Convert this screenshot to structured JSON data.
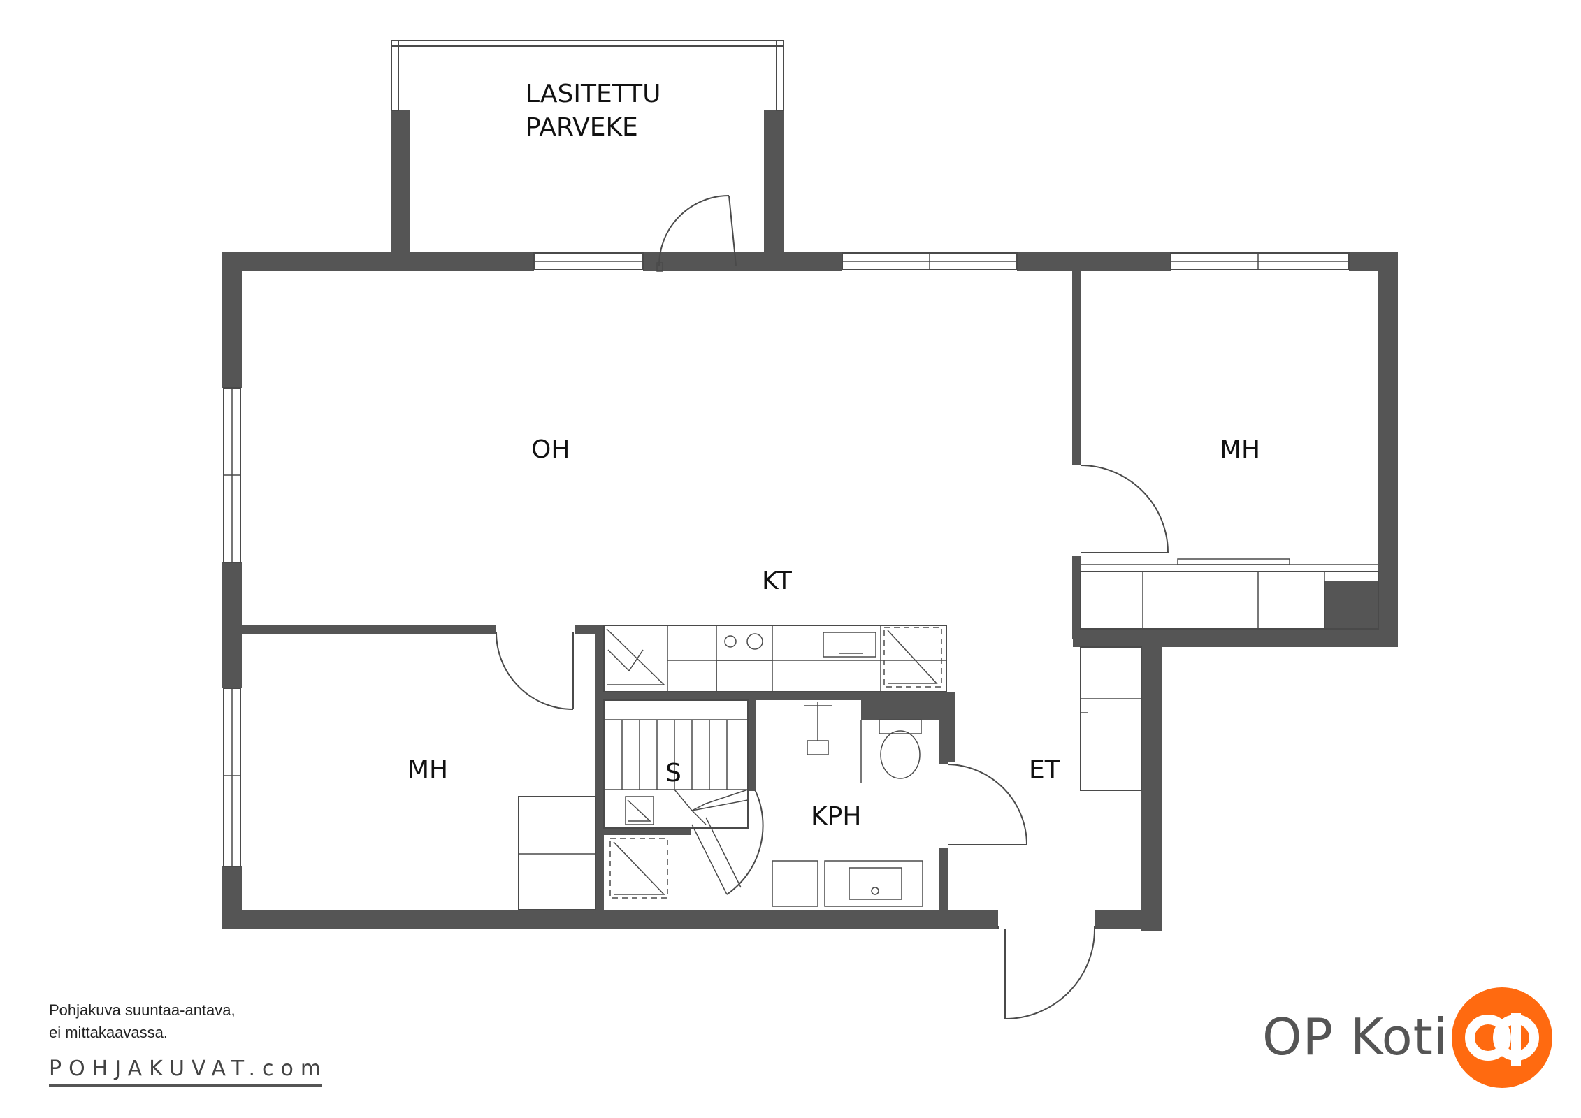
{
  "rooms": {
    "balcony_line1": "LASITETTU",
    "balcony_line2": "PARVEKE",
    "living": "OH",
    "bedroom_right": "MH",
    "kitchen": "KT",
    "bedroom_left": "MH",
    "stair": "S",
    "entry": "ET",
    "bathroom": "KPH"
  },
  "disclaimer": {
    "line1": "Pohjakuva suuntaa-antava,",
    "line2": "ei mittakaavassa."
  },
  "watermark": "POHJAKUVAT.com",
  "brand": {
    "name": "OP Koti",
    "logo_color": "#FF6A10"
  },
  "colors": {
    "wall": "#555555",
    "line": "#4a4a4a"
  }
}
